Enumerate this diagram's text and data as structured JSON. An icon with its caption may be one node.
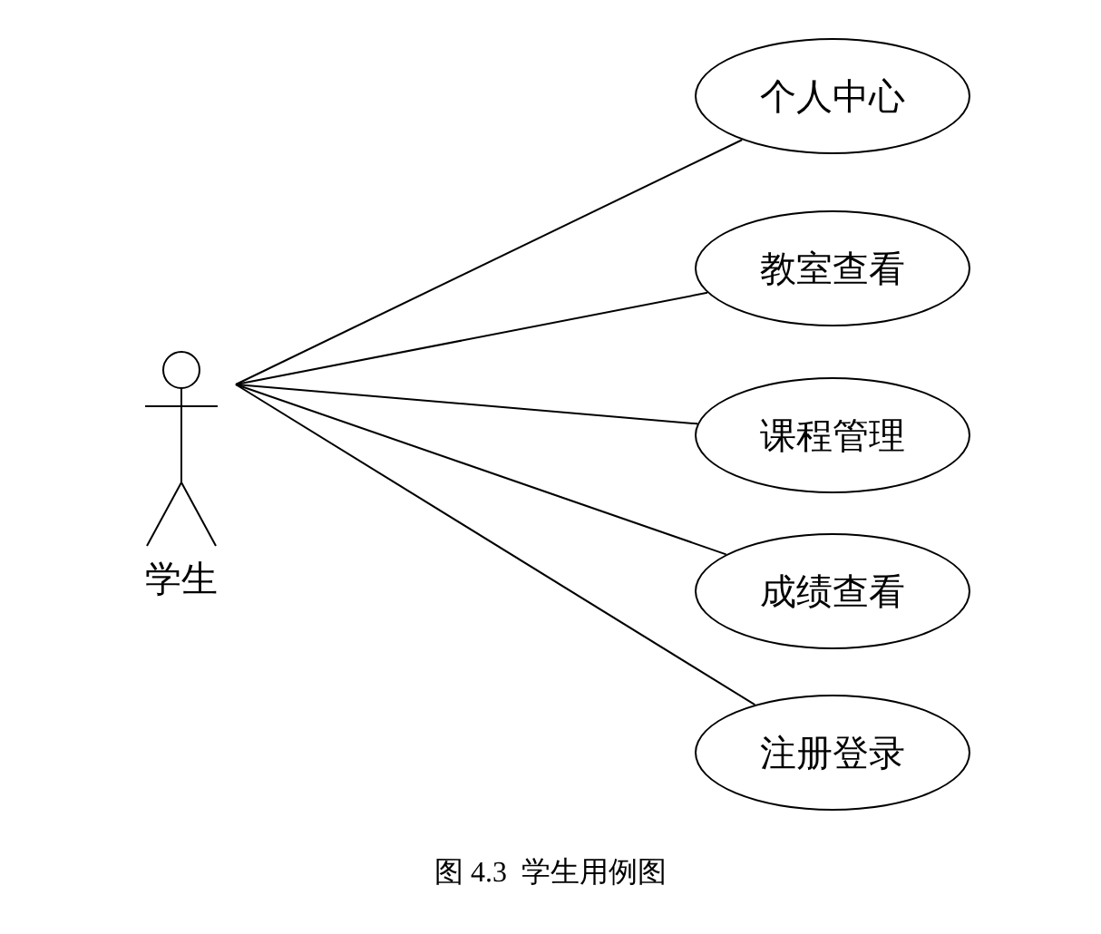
{
  "diagram": {
    "caption": "图 4.3  学生用例图",
    "nodes": [
      {
        "text": [
          "学生"
        ]
      },
      {
        "text": [
          "个人中心"
        ]
      },
      {
        "text": [
          "教室查看"
        ]
      },
      {
        "text": [
          "课程管理"
        ]
      },
      {
        "text": [
          "成绩查看"
        ]
      },
      {
        "text": [
          "注册登录"
        ]
      }
    ],
    "edges": [
      {
        "from": 0,
        "to": 1,
        "arrow": "none"
      },
      {
        "from": 0,
        "to": 2,
        "arrow": "none"
      },
      {
        "from": 0,
        "to": 3,
        "arrow": "none"
      },
      {
        "from": 0,
        "to": 4,
        "arrow": "none"
      },
      {
        "from": 0,
        "to": 5,
        "arrow": "none"
      }
    ]
  }
}
